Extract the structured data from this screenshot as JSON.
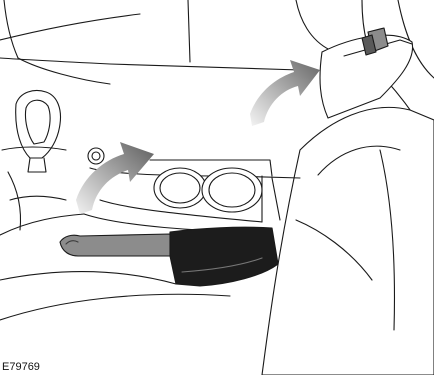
{
  "figure": {
    "code": "E79769",
    "colors": {
      "line": "#1a1a1a",
      "fill": "#ffffff",
      "handle": "#8c8c8c",
      "boot": "#1c1c1c",
      "arrow_dark": "#6b6b6b",
      "arrow_light": "#e8e8e8"
    },
    "arrows": [
      {
        "name": "lift-arrow-console",
        "direction": "up-right"
      },
      {
        "name": "lift-arrow-seat",
        "direction": "up-right"
      }
    ]
  }
}
